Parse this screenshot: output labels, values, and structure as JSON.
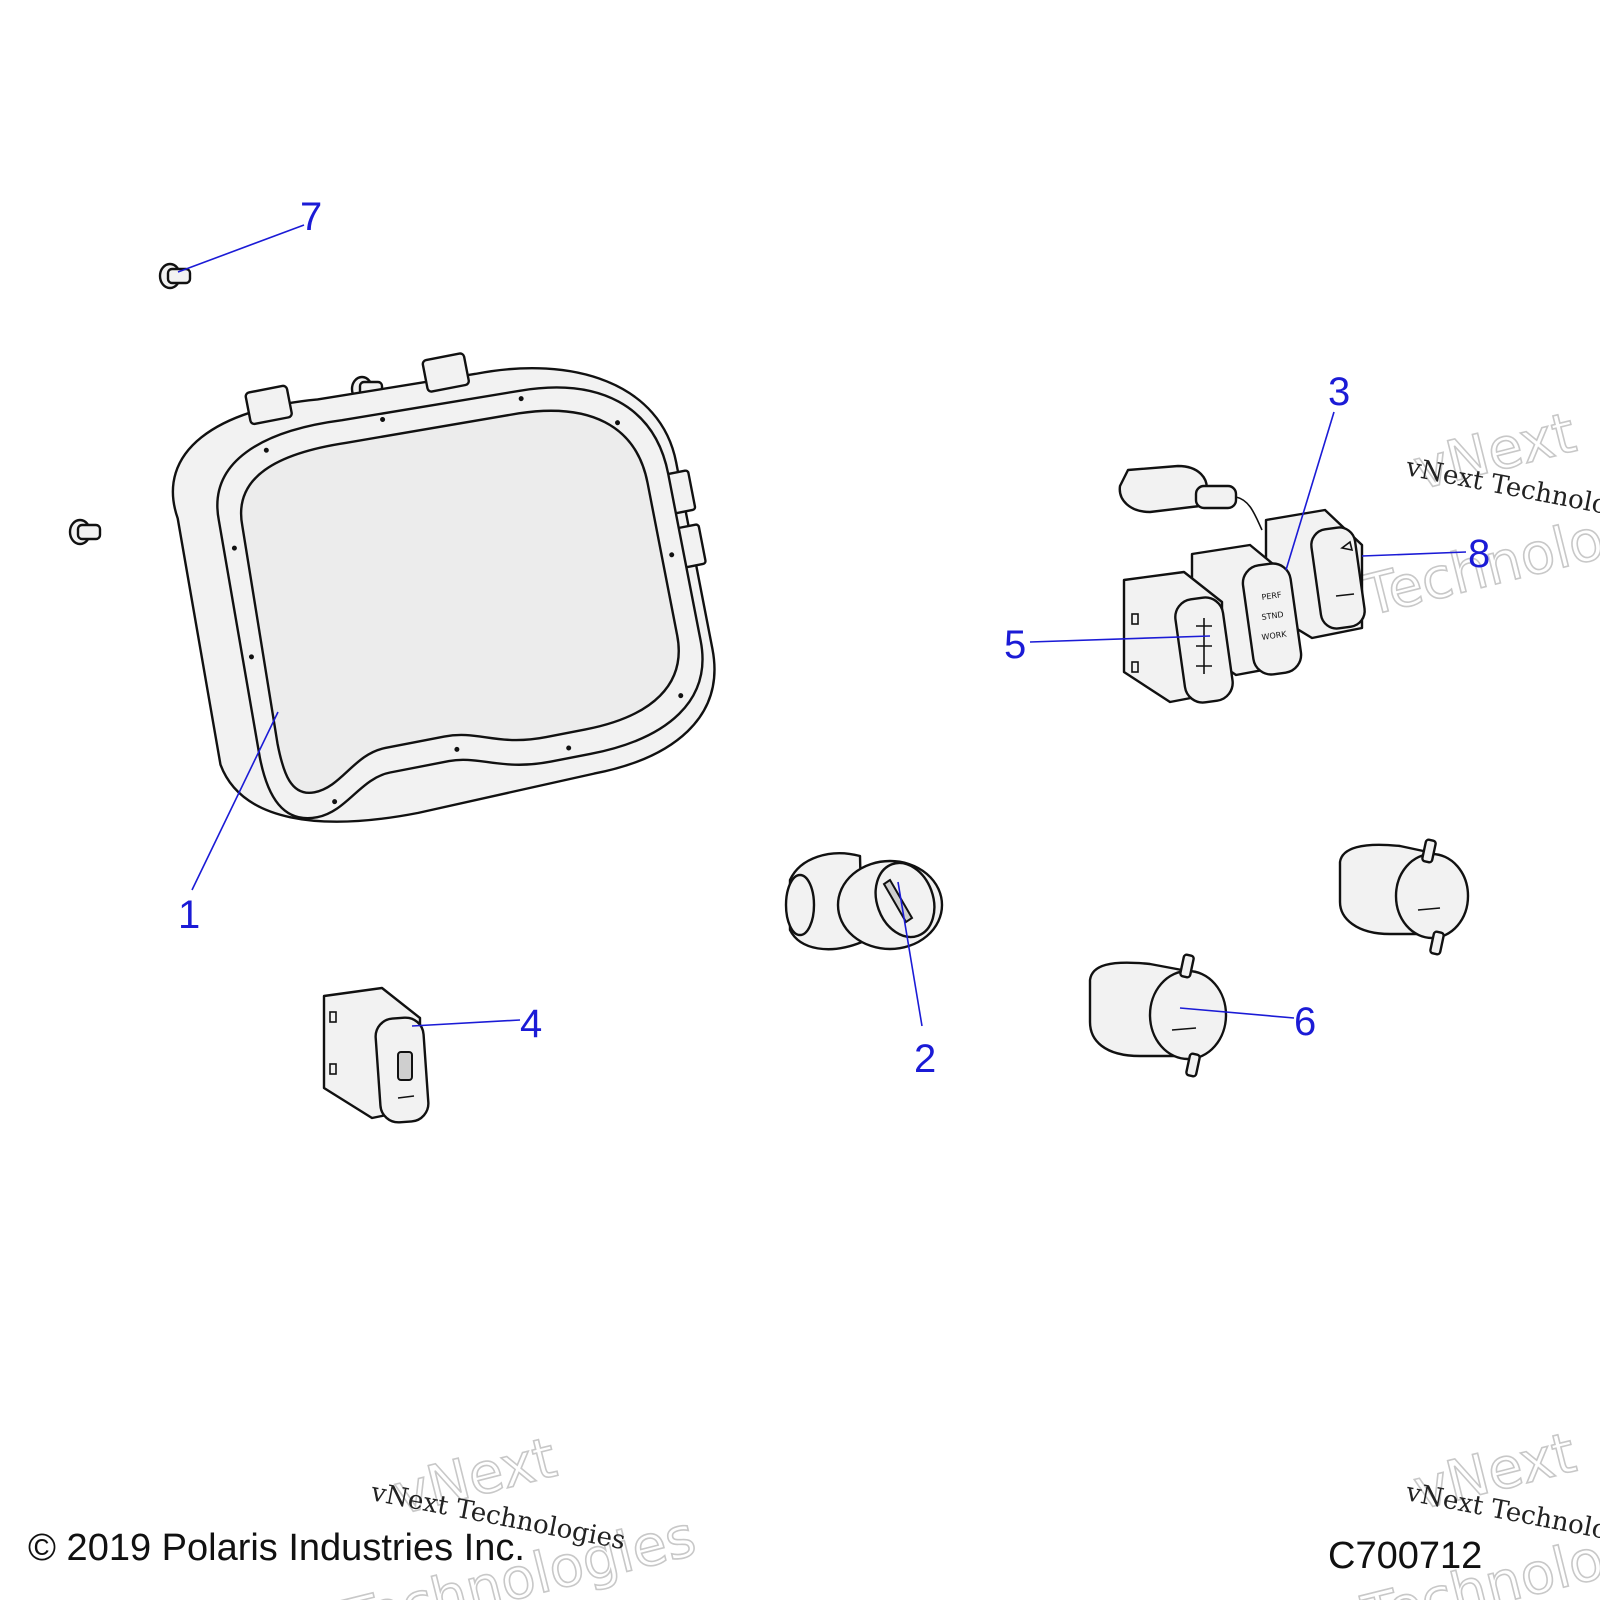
{
  "callouts": [
    {
      "id": "1",
      "label": "1"
    },
    {
      "id": "2",
      "label": "2"
    },
    {
      "id": "3",
      "label": "3"
    },
    {
      "id": "4",
      "label": "4"
    },
    {
      "id": "5",
      "label": "5"
    },
    {
      "id": "6",
      "label": "6"
    },
    {
      "id": "7",
      "label": "7"
    },
    {
      "id": "8",
      "label": "8"
    }
  ],
  "switch_labels": {
    "line1": "PERF",
    "line2": "STND",
    "line3": "WORK"
  },
  "watermark": {
    "serif_text": "vNext Technologies",
    "outline_line1": "vNext",
    "outline_line2": "Technologies"
  },
  "footer": {
    "copyright": "© 2019 Polaris Industries Inc.",
    "figure_id": "C700712"
  },
  "colors": {
    "callout": "#1b1bd6",
    "line_art": "#111111",
    "watermark": "#c8c8c8"
  }
}
